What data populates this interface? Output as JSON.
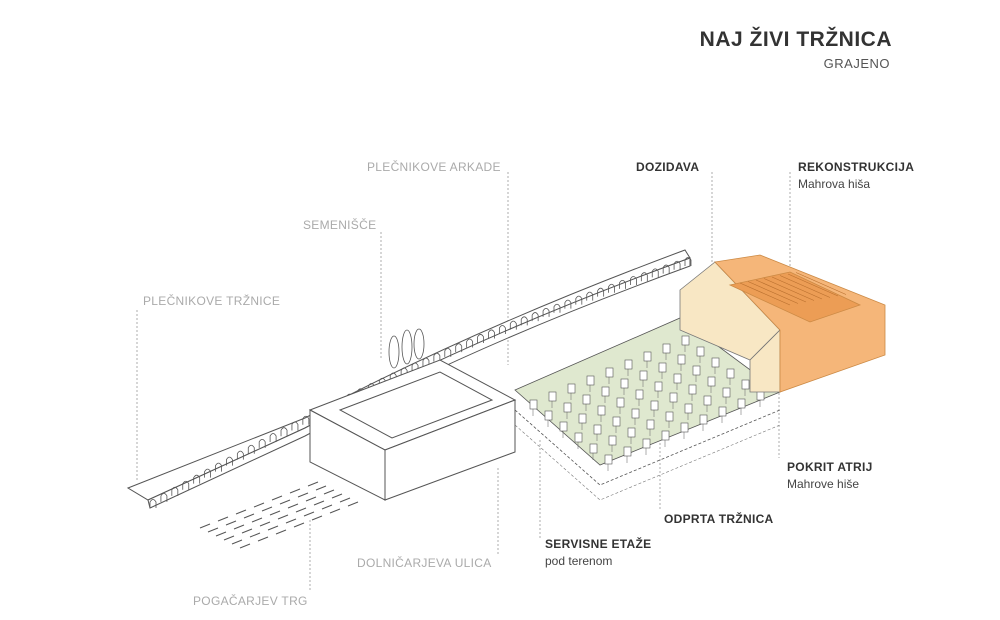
{
  "header": {
    "title": "NAJ ŽIVI TRŽNICA",
    "subtitle": "GRAJENO"
  },
  "labels": {
    "plecnikove_arkade": "PLEČNIKOVE ARKADE",
    "semenisce": "SEMENIŠČE",
    "plecnikove_trznice": "PLEČNIKOVE TRŽNICE",
    "dozidava": "DOZIDAVA",
    "rekonstrukcija": "REKONSTRUKCIJA",
    "mahrova_hisa": "Mahrova hiša",
    "pokrit_atrij": "POKRIT ATRIJ",
    "mahrove_hise": "Mahrove hiše",
    "odprta_trznica": "ODPRTA TRŽNICA",
    "servisne_etaze": "SERVISNE ETAŽE",
    "pod_terenom": "pod terenom",
    "dolnicarjeva_ulica": "DOLNIČARJEVA ULICA",
    "pogacarjev_trg": "POGAČARJEV TRG"
  },
  "colors": {
    "line": "#555555",
    "leader": "#9a9a9a",
    "green_plaza": "#dfe8cf",
    "dozidava_fill": "#f8e7c4",
    "rekonstrukcija_fill": "#f5b679",
    "rekonstrukcija_dark": "#ec9d55"
  }
}
